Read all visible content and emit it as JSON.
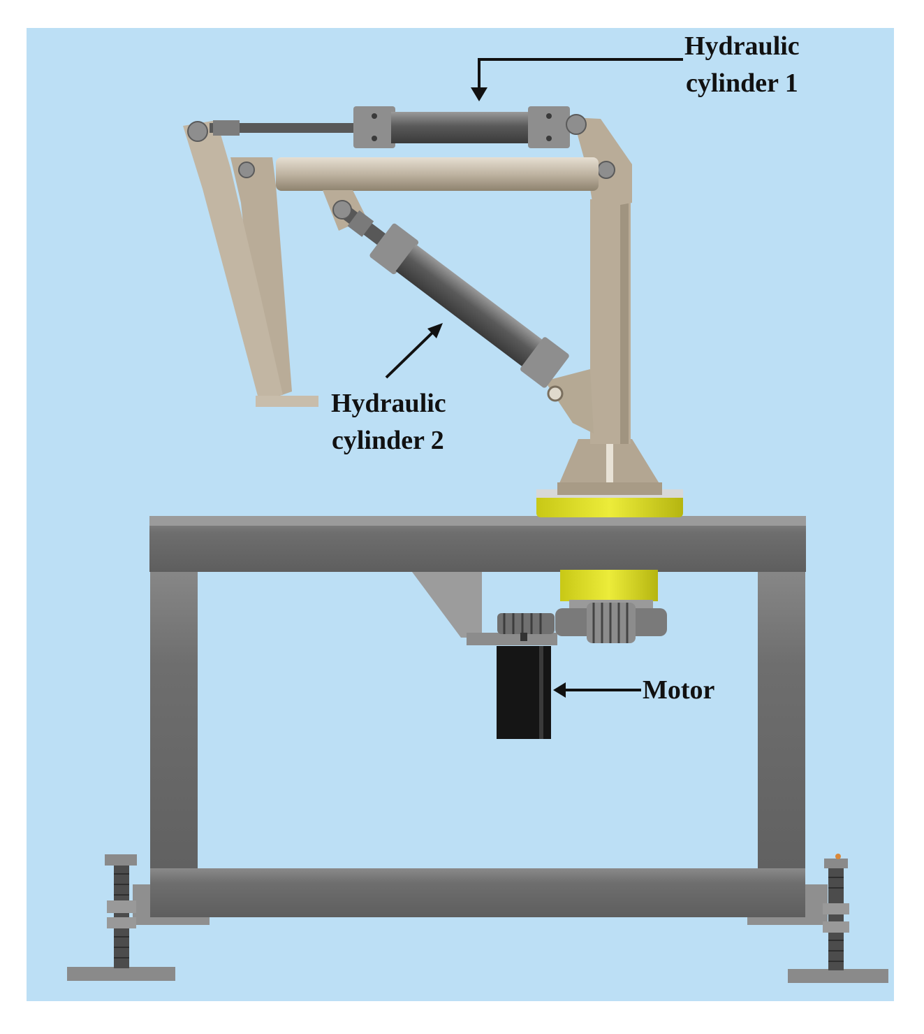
{
  "labels": {
    "cylinder1_line1": "Hydraulic",
    "cylinder1_line2": "cylinder 1",
    "cylinder2_line1": "Hydraulic",
    "cylinder2_line2": "cylinder 2",
    "motor": "Motor"
  },
  "colors": {
    "background": "#bcdff5",
    "frame": "#6d6d6d",
    "arm": "#b9ac98",
    "cylinder": "#6f6f6f",
    "bearing": "#dcdc1e",
    "motor": "#151515"
  }
}
